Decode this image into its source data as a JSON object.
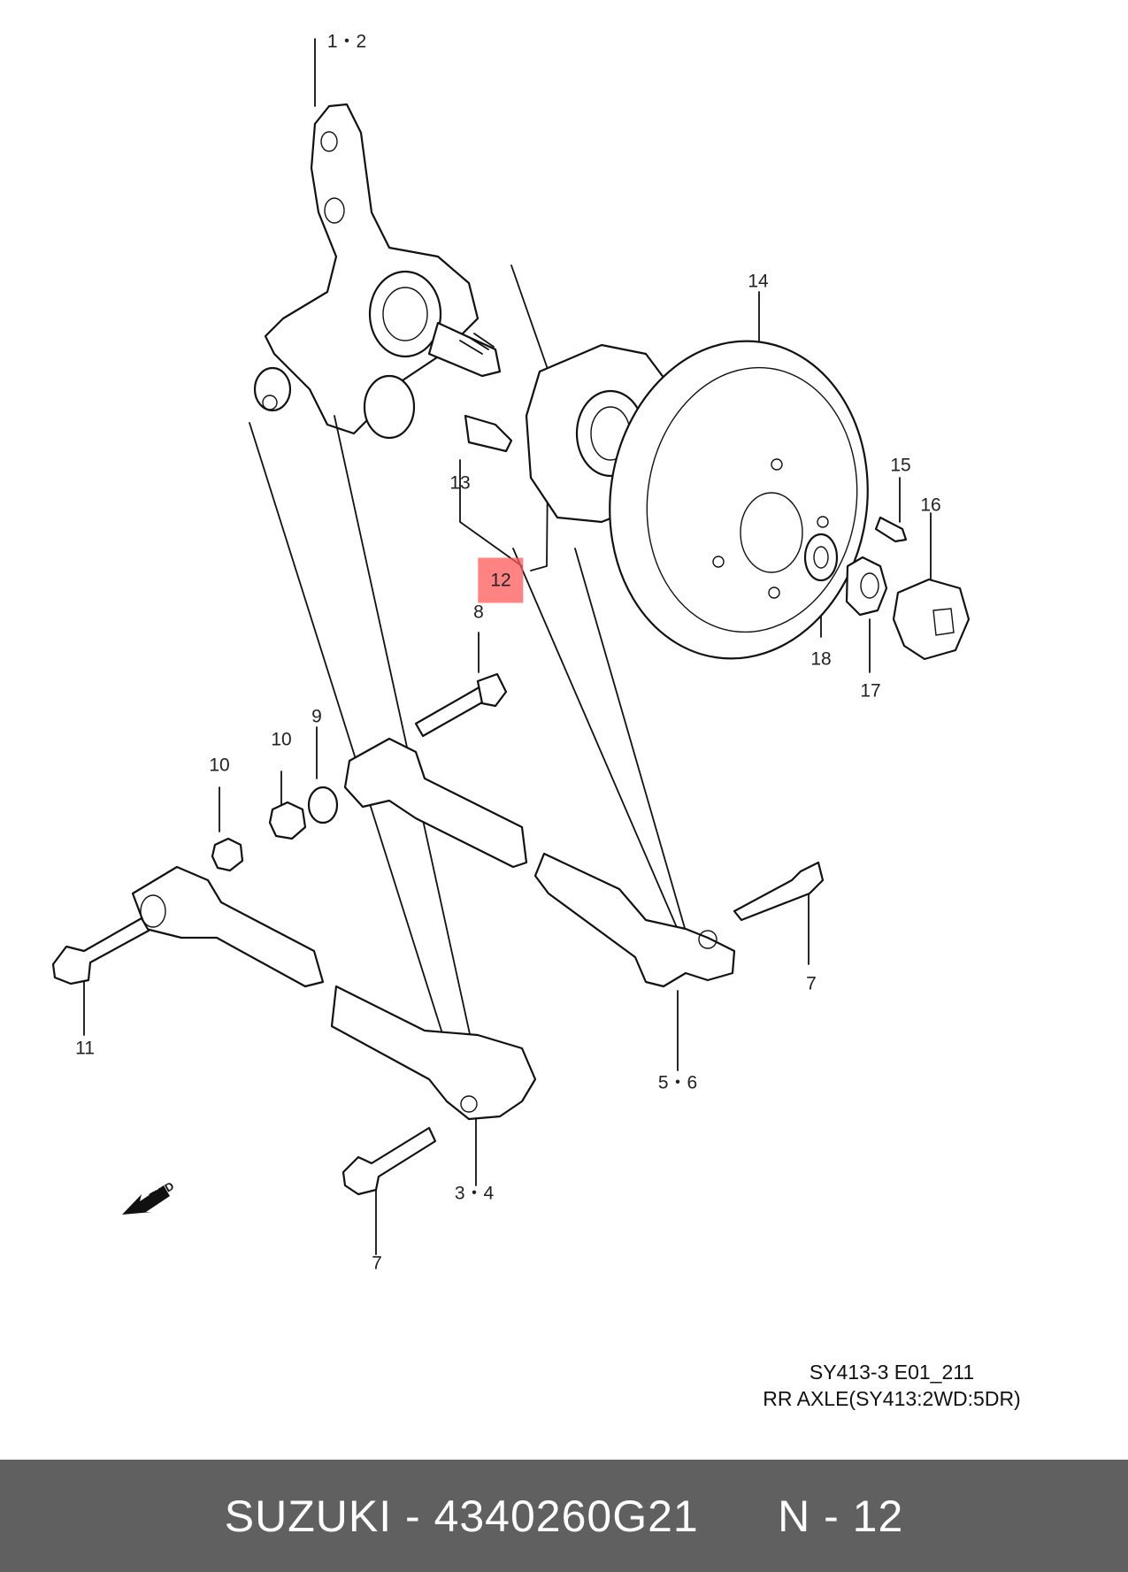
{
  "labels": {
    "l_1_2": "1・2",
    "l_14": "14",
    "l_15": "15",
    "l_16": "16",
    "l_13": "13",
    "l_12": "12",
    "l_8": "8",
    "l_18": "18",
    "l_17": "17",
    "l_9": "9",
    "l_10a": "10",
    "l_10b": "10",
    "l_7a": "7",
    "l_11": "11",
    "l_5_6": "5・6",
    "l_3_4": "3・4",
    "l_7b": "7"
  },
  "highlight": {
    "part": "12",
    "color": "#ff5a5a"
  },
  "fwd_label": "FWD",
  "diagram_code": {
    "line1": "SY413-3 E01_211",
    "line2": "RR AXLE(SY413:2WD:5DR)"
  },
  "footer": {
    "brand": "SUZUKI",
    "separator": "-",
    "part_number": "4340260G21",
    "ref": "N - 12"
  }
}
